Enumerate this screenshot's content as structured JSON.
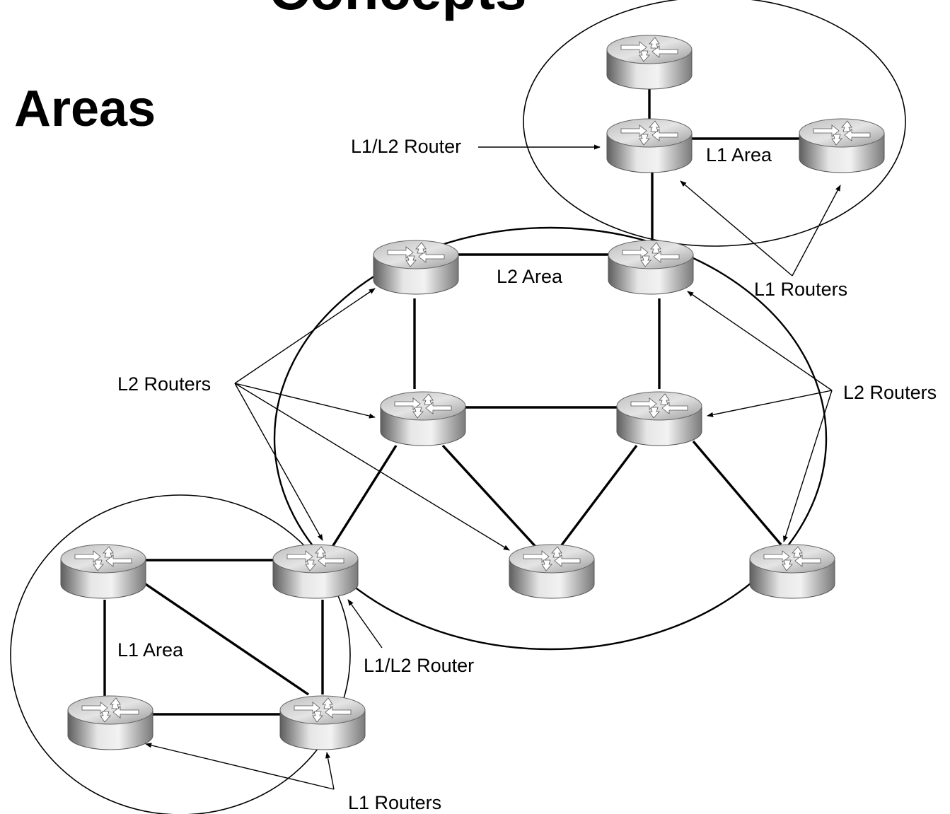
{
  "page": {
    "title": "Areas",
    "title_fragment": "Concepts"
  },
  "labels": {
    "top_l1l2_router": "L1/L2 Router",
    "top_l1_area": "L1 Area",
    "top_l1_routers": "L1 Routers",
    "l2_area": "L2 Area",
    "left_l2_routers": "L2 Routers",
    "right_l2_routers": "L2 Routers",
    "bottom_l1_area": "L1 Area",
    "bottom_l1l2_router": "L1/L2 Router",
    "bottom_l1_routers": "L1 Routers"
  },
  "icons": {
    "router": "router-icon"
  },
  "colors": {
    "line": "#000000",
    "router_body_light": "#e9e9e9",
    "router_body_dark": "#6f6f6f",
    "router_top": "#d4d4d4"
  }
}
